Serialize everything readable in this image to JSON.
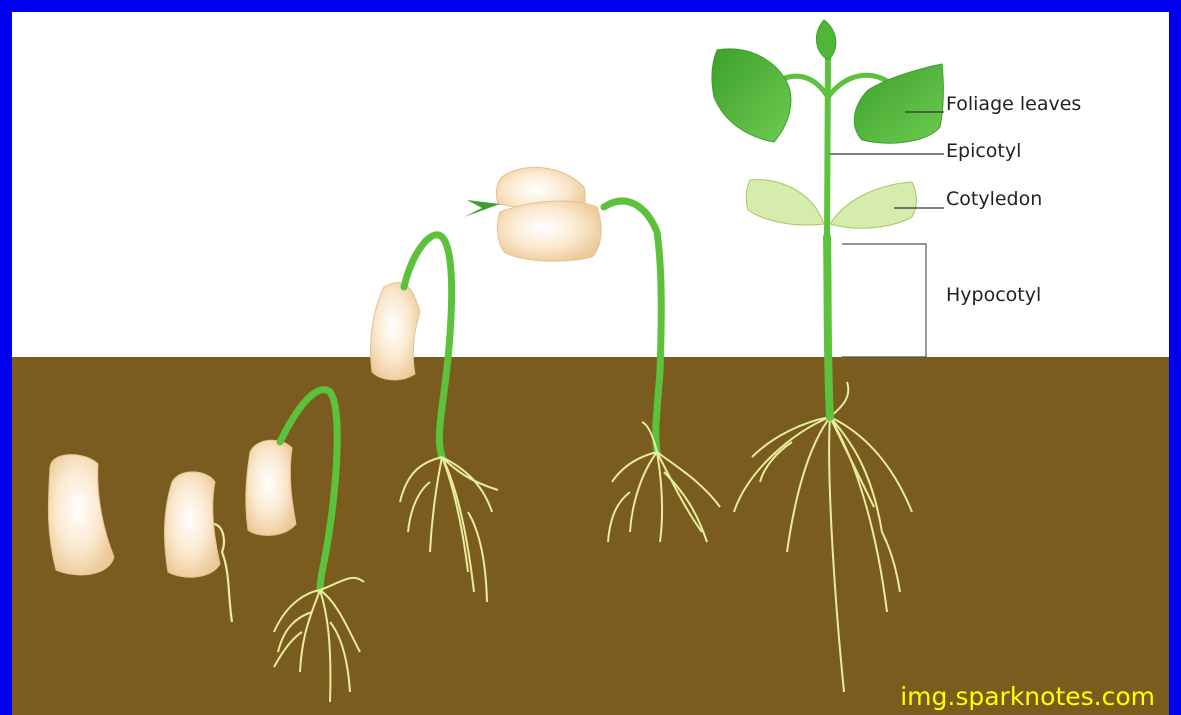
{
  "diagram": {
    "labels": {
      "foliage_leaves": "Foliage leaves",
      "epicotyl": "Epicotyl",
      "cotyledon": "Cotyledon",
      "hypocotyl": "Hypocotyl"
    },
    "credit": "img.sparknotes.com"
  },
  "colors": {
    "border": "#0000ee",
    "sky": "#ffffff",
    "soil": "#7a5c1e",
    "stem": "#5cc23c",
    "leaf": "#4fb63a",
    "cotyledon_leaf": "#d6ecac",
    "seed": "#f6dcb2",
    "root": "#e8eba0",
    "credit_text": "#ffff00"
  }
}
